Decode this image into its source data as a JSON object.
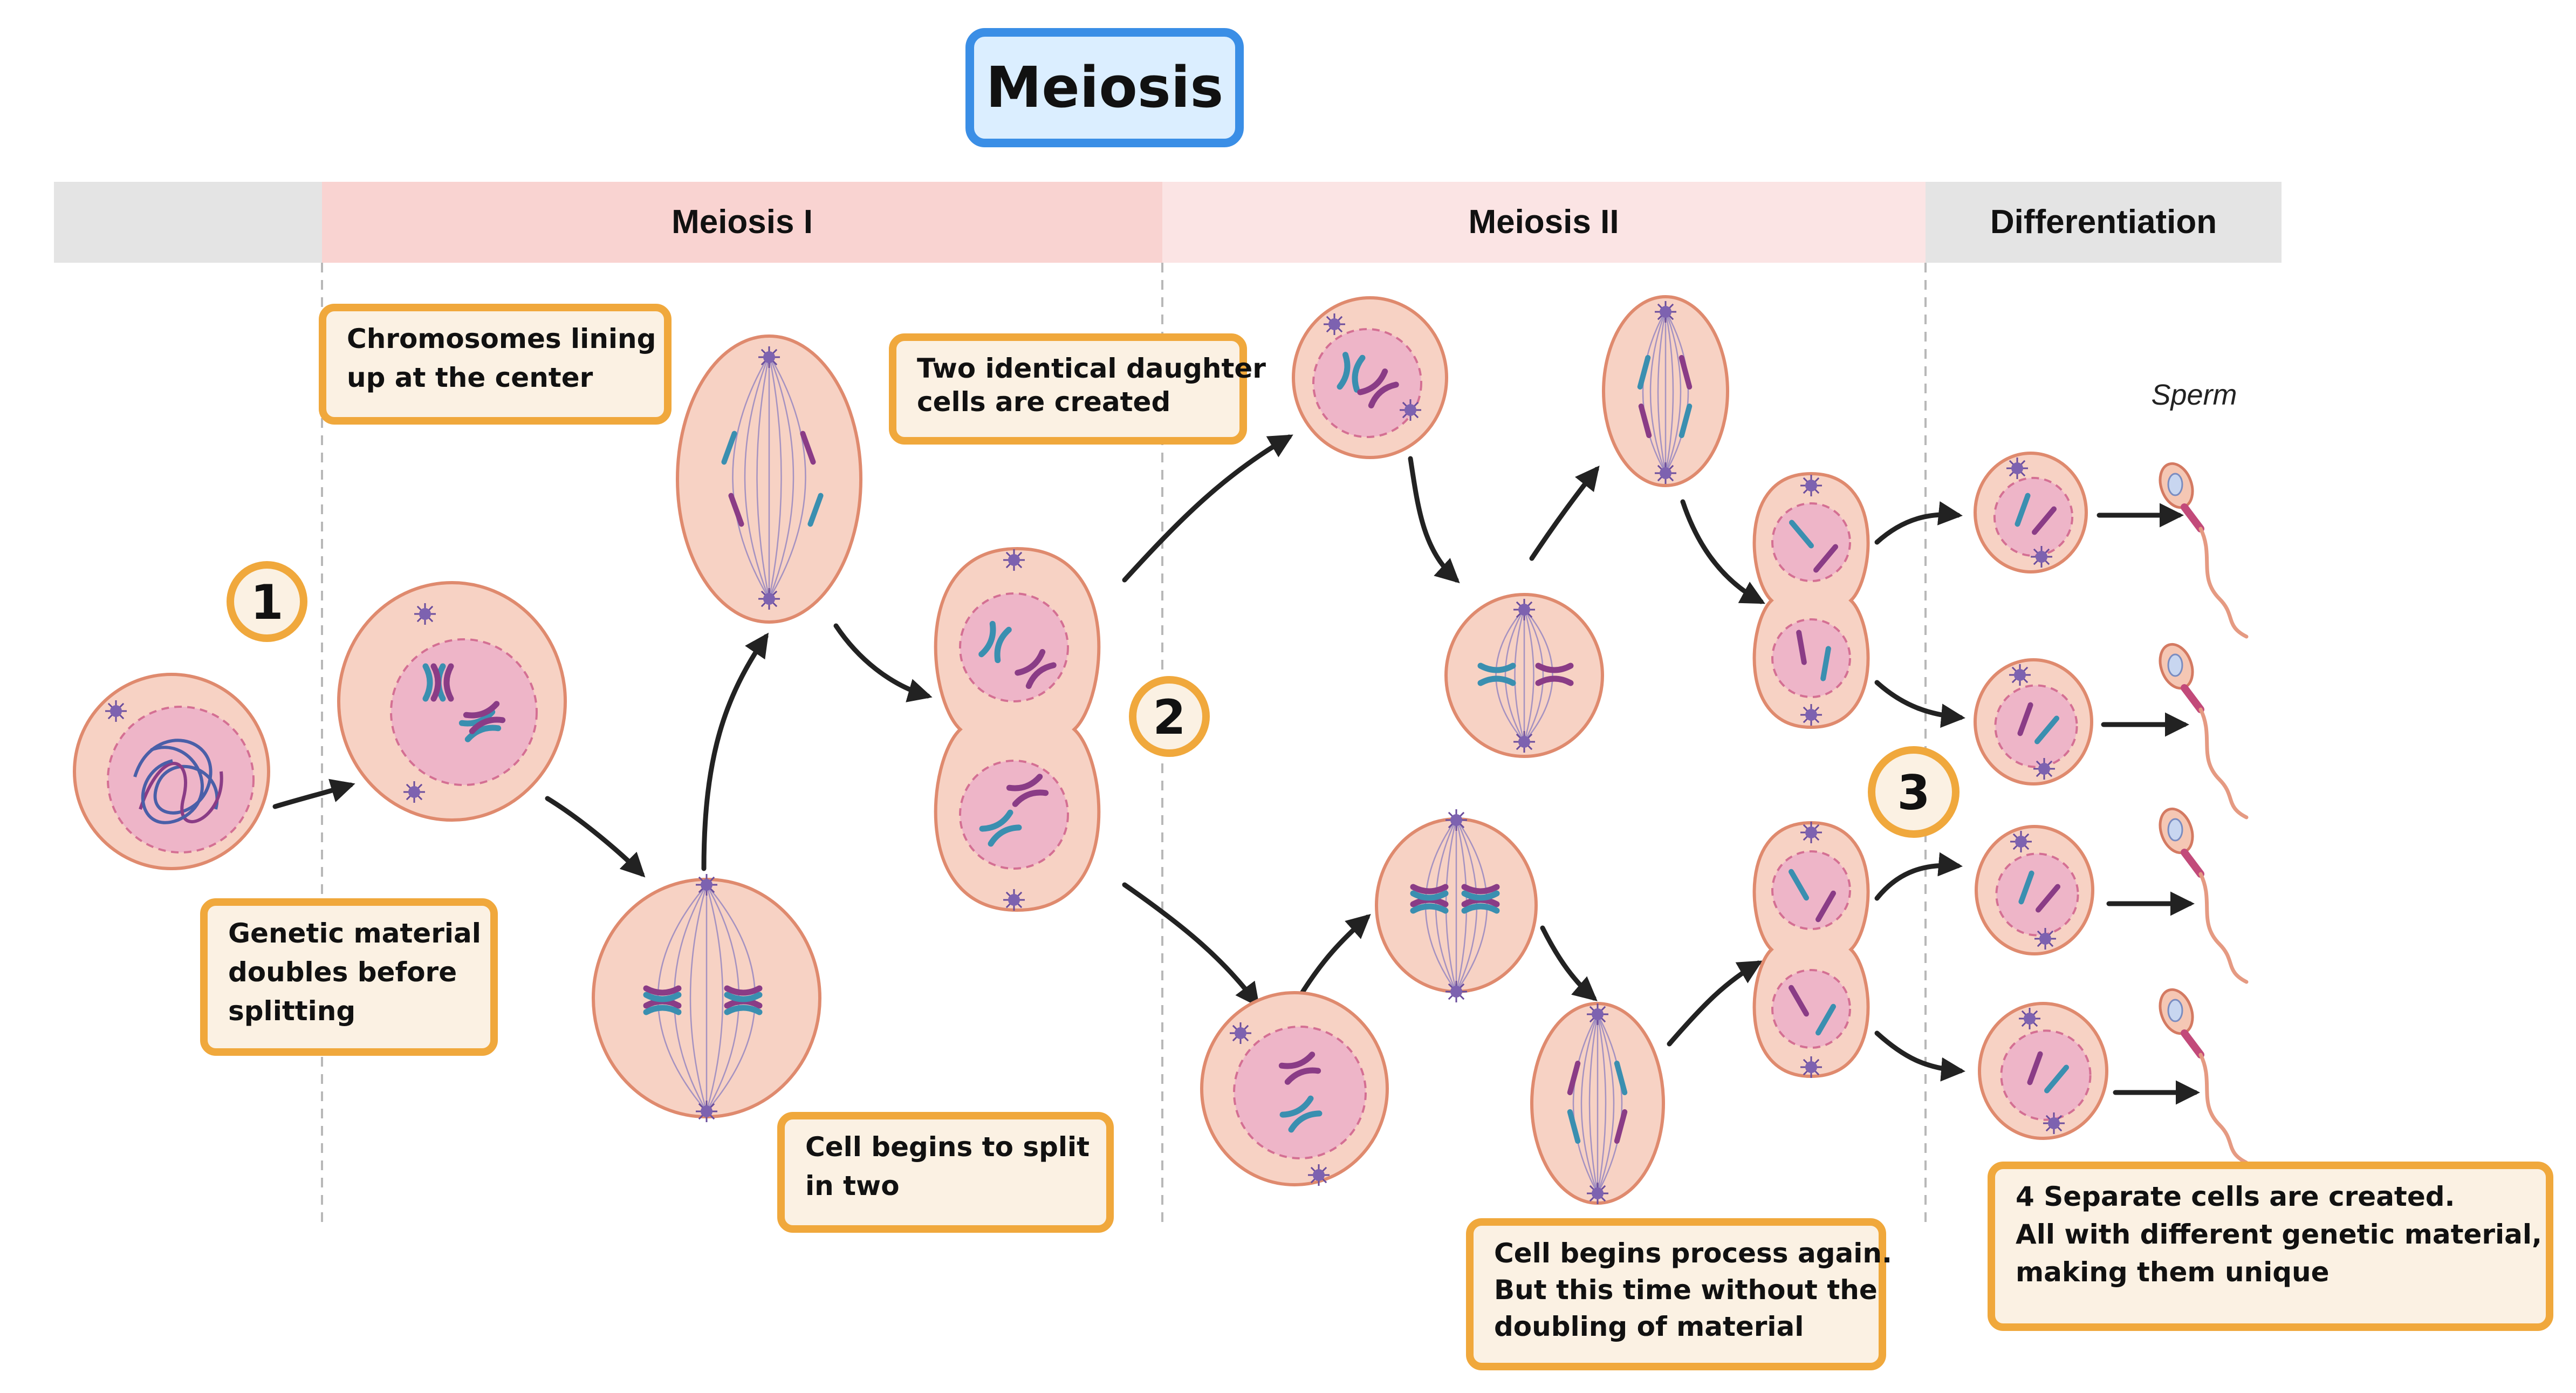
{
  "title": "Meiosis",
  "phases": [
    {
      "label": ""
    },
    {
      "label": "Meiosis I"
    },
    {
      "label": "Meiosis II"
    },
    {
      "label": "Differentiation"
    }
  ],
  "steps": [
    "1",
    "2",
    "3"
  ],
  "notes": {
    "chromosomes_lining": [
      "Chromosomes lining",
      "up at the center"
    ],
    "genetic_material": [
      "Genetic material",
      "doubles before",
      "splitting"
    ],
    "cell_split": [
      "Cell begins to split",
      "in two"
    ],
    "two_identical": [
      "Two identical daughter",
      "cells are created"
    ],
    "process_again": [
      "Cell begins process again.",
      "But this time without the",
      "doubling of material"
    ],
    "four_cells": [
      "4 Separate cells are created.",
      "All with different genetic material,",
      "making them unique"
    ]
  },
  "sperm_label": "Sperm",
  "colors": {
    "title_box_border": "#3a8ee6",
    "title_box_fill": "#dbeeff",
    "note_border": "#f0a83c",
    "note_fill": "#fbf1e3",
    "meiosis1_band": "#f9d3d1",
    "meiosis2_band": "#fbe4e4",
    "neutral_band": "#e4e4e4",
    "cell_fill": "#f7d2c4",
    "cell_outline": "#df8a6e",
    "nucleus_fill": "#eeb5c8",
    "chromosome_blue": "#3a8fb0",
    "chromosome_purple": "#8a3c86",
    "arrow": "#222222"
  },
  "icons": [
    "arrow-icon",
    "centrosome-icon",
    "chromosome-icon",
    "sperm-icon"
  ]
}
